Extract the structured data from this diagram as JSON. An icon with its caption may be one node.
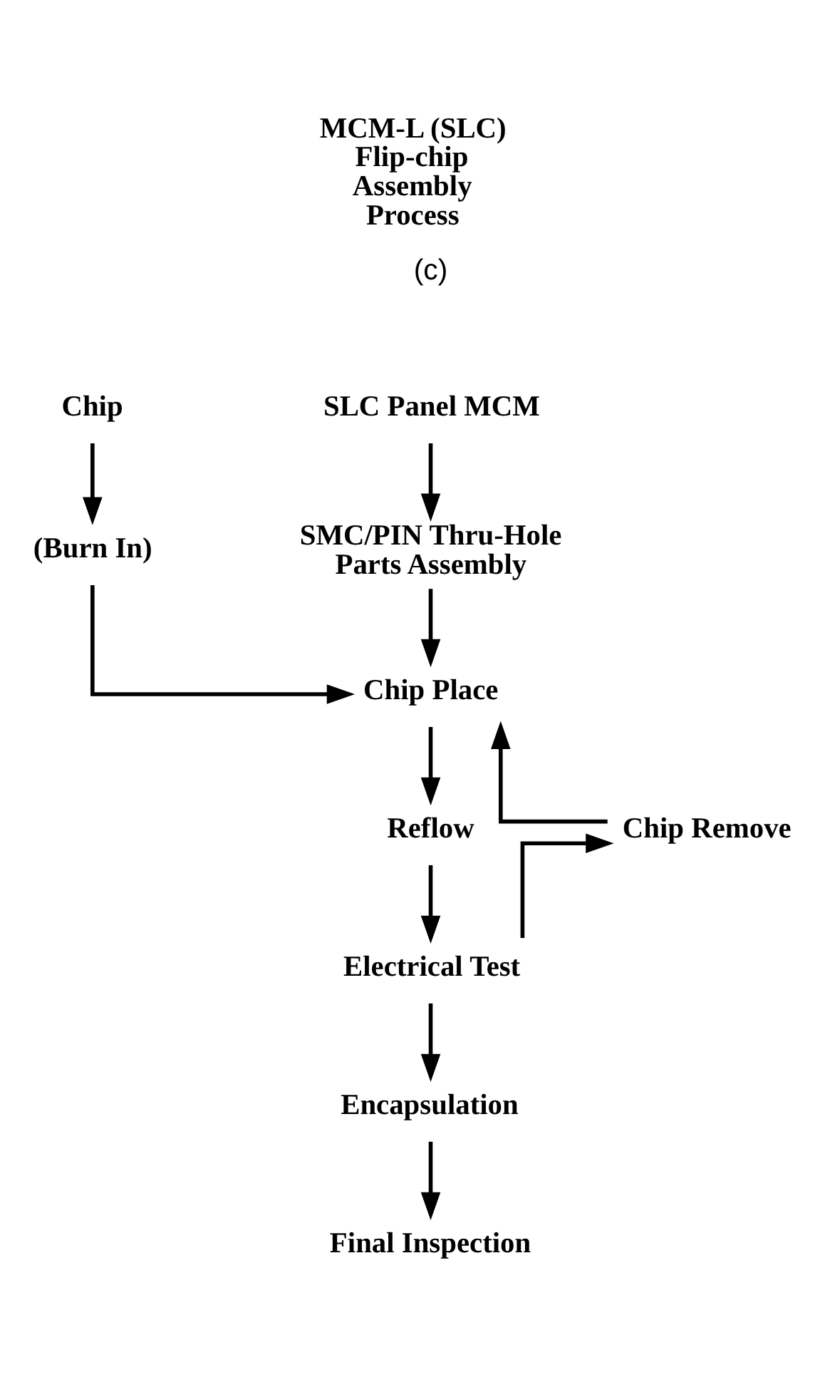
{
  "diagram": {
    "title": "MCM-L (SLC) Flip-chip Assembly Process",
    "nodes": [
      {
        "text": [
          "SLC Panel MCM"
        ]
      },
      {
        "text": [
          "Chip"
        ]
      },
      {
        "text": [
          "SMC/PIN Thru-Hole Parts Assembly"
        ]
      },
      {
        "text": [
          "(Burn In)"
        ]
      },
      {
        "text": [
          "Chip Place"
        ]
      },
      {
        "text": [
          "Reflow"
        ]
      },
      {
        "text": [
          "Chip Remove"
        ]
      },
      {
        "text": [
          "Electrical Test"
        ]
      },
      {
        "text": [
          "Encapsulation"
        ]
      },
      {
        "text": [
          "Final Inspection"
        ]
      }
    ],
    "edges": [
      {
        "from": 0,
        "to": 2,
        "arrow": "to"
      },
      {
        "from": 1,
        "to": 3,
        "arrow": "to"
      },
      {
        "from": 2,
        "to": 4,
        "arrow": "to"
      },
      {
        "from": 3,
        "to": 4,
        "arrow": "to"
      },
      {
        "from": 6,
        "to": 4,
        "arrow": "to"
      },
      {
        "from": 4,
        "to": 5,
        "arrow": "to"
      },
      {
        "from": 5,
        "to": 7,
        "arrow": "to"
      },
      {
        "from": 7,
        "to": 6,
        "arrow": "to"
      },
      {
        "from": 7,
        "to": 8,
        "arrow": "to"
      },
      {
        "from": 8,
        "to": 9,
        "arrow": "to"
      }
    ],
    "labels": [
      "(c)"
    ]
  }
}
